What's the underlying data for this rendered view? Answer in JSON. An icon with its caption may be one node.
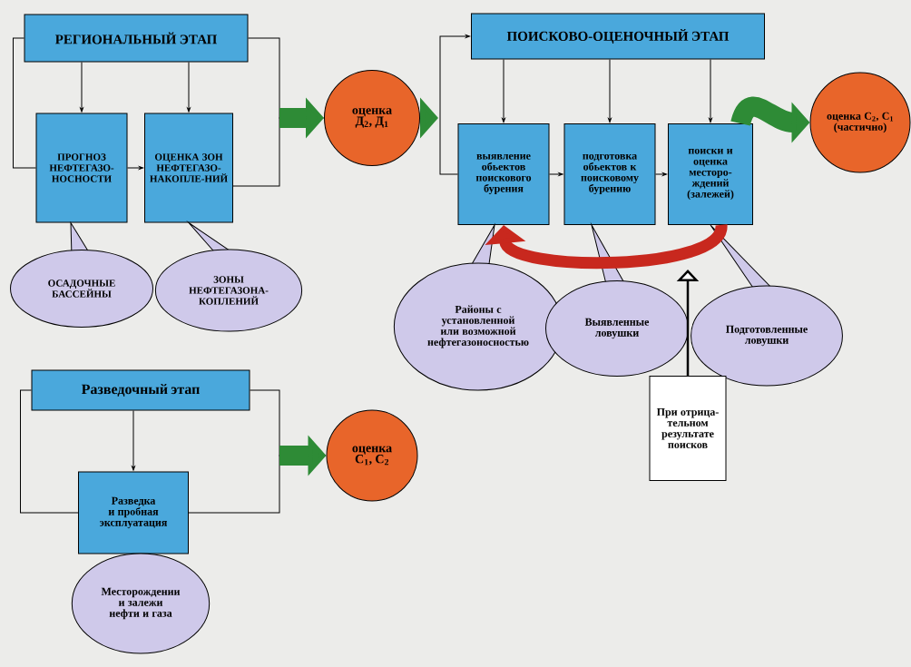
{
  "diagram": {
    "nodes": [
      {
        "text": [
          "РЕГИОНАЛЬНЫЙ ЭТАП"
        ]
      },
      {
        "text": [
          "ПРОГНОЗ НЕФТЕГАЗО-НОСНОСТИ"
        ]
      },
      {
        "text": [
          "ОЦЕНКА ЗОН НЕФТЕГАЗО-НАКОПЛЕ-НИЙ"
        ]
      },
      {
        "text": [
          "ОСАДОЧНЫЕ БАССЕЙНЫ"
        ]
      },
      {
        "text": [
          "ЗОНЫ НЕФТЕГАЗОНА-КОПЛЕНИЙ"
        ]
      },
      {
        "text": [
          "оценка Д$_{2}$, Д$_{1}$"
        ]
      },
      {
        "text": [
          "ПОИСКОВО-ОЦЕНОЧНЫЙ ЭТАП"
        ]
      },
      {
        "text": [
          "выявление обьектов поискового бурения"
        ]
      },
      {
        "text": [
          "подготовка обьектов к поисковому бурению"
        ]
      },
      {
        "text": [
          "поиски и оценка месторо-ждений (залежей)"
        ]
      },
      {
        "text": [
          "оценка С$_{2}$, С$_{1}$ (частично)"
        ]
      },
      {
        "text": [
          "Районы с установленной или возможной нефтегазоносностью"
        ]
      },
      {
        "text": [
          "Выявленные ловушки"
        ]
      },
      {
        "text": [
          "Подготовленные ловушки"
        ]
      },
      {
        "text": [
          "При отрица-тельном результате поисков"
        ]
      },
      {
        "text": [
          "Разведочный этап"
        ]
      },
      {
        "text": [
          "Разведка и пробная эксплуатация"
        ]
      },
      {
        "text": [
          "Месторождении и залежи нефти и газа"
        ]
      },
      {
        "text": [
          "оценка С$_{1}$, С$_{2}$"
        ]
      }
    ],
    "edges": [
      {
        "from": 0,
        "to": 1,
        "arrow": "to"
      },
      {
        "from": 0,
        "to": 2,
        "arrow": "to"
      },
      {
        "from": 1,
        "to": 2,
        "arrow": "to"
      },
      {
        "from": 0,
        "to": 1,
        "arrow": "none"
      },
      {
        "from": 0,
        "to": 5,
        "arrow": "to"
      },
      {
        "from": 2,
        "to": 5,
        "arrow": "to"
      },
      {
        "from": 5,
        "to": null,
        "arrow": "to",
        "style": "thick",
        "color": "#2e8b36"
      },
      {
        "from": 7,
        "to": 6,
        "arrow": "to"
      },
      {
        "from": 6,
        "to": 7,
        "arrow": "to"
      },
      {
        "from": 6,
        "to": 8,
        "arrow": "to"
      },
      {
        "from": 6,
        "to": 9,
        "arrow": "to"
      },
      {
        "from": 7,
        "to": 8,
        "arrow": "to"
      },
      {
        "from": 8,
        "to": 9,
        "arrow": "to"
      },
      {
        "from": 9,
        "to": 10,
        "arrow": "to",
        "style": "thick",
        "color": "#2e8b36"
      },
      {
        "from": 9,
        "to": 7,
        "arrow": "to",
        "style": "thick",
        "color": "#c8281e"
      },
      {
        "from": 14,
        "to": null,
        "arrow": "to"
      },
      {
        "from": 15,
        "to": 16,
        "arrow": "to"
      },
      {
        "from": 15,
        "to": 16,
        "arrow": "none"
      },
      {
        "from": 15,
        "to": 18,
        "arrow": "to"
      },
      {
        "from": 16,
        "to": 18,
        "arrow": "to"
      }
    ]
  }
}
